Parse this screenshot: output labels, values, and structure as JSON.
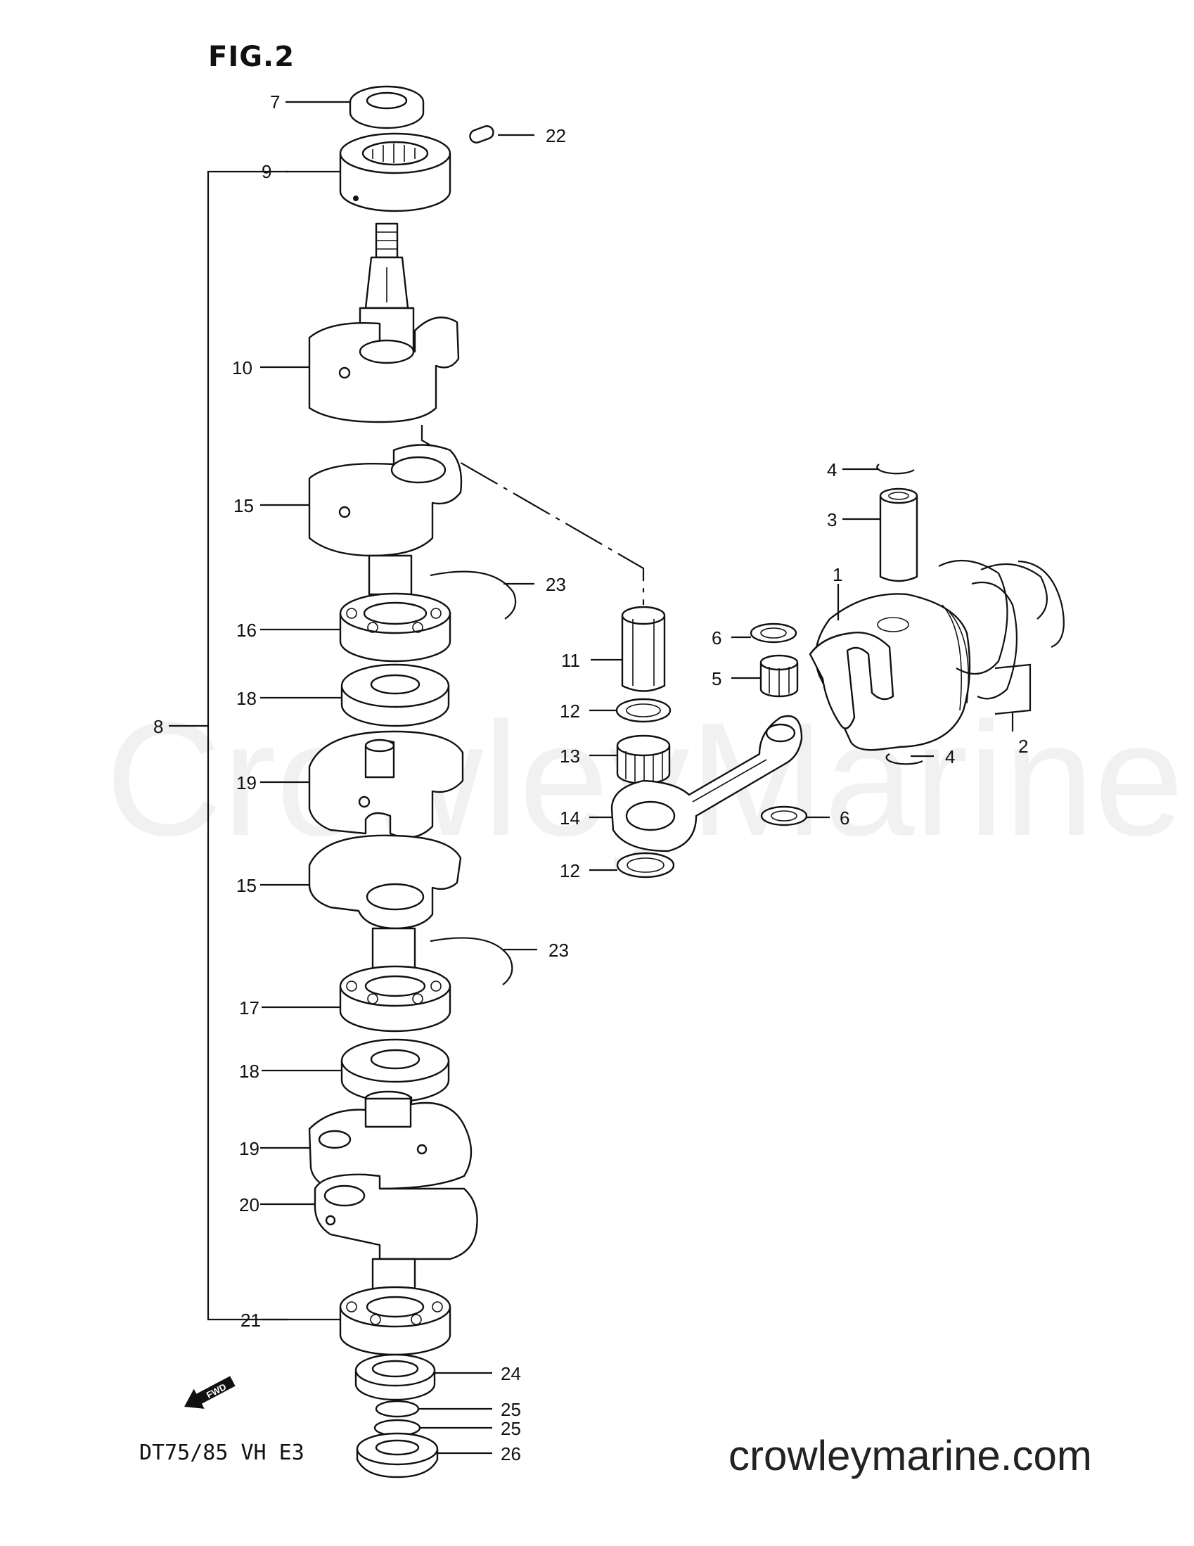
{
  "figure": {
    "title": "FIG.2",
    "model_code": "DT75/85 VH E3",
    "website": "crowleymarine.com",
    "watermark": "CrowleyMarine",
    "fwd_label": "FWD"
  },
  "callouts": [
    "7",
    "9",
    "22",
    "10",
    "15",
    "16",
    "23",
    "18",
    "8",
    "19",
    "15",
    "23",
    "17",
    "18",
    "19",
    "20",
    "21",
    "24",
    "25",
    "25",
    "26",
    "4",
    "3",
    "1",
    "6",
    "5",
    "11",
    "12",
    "13",
    "14",
    "12",
    "4",
    "6",
    "2"
  ]
}
